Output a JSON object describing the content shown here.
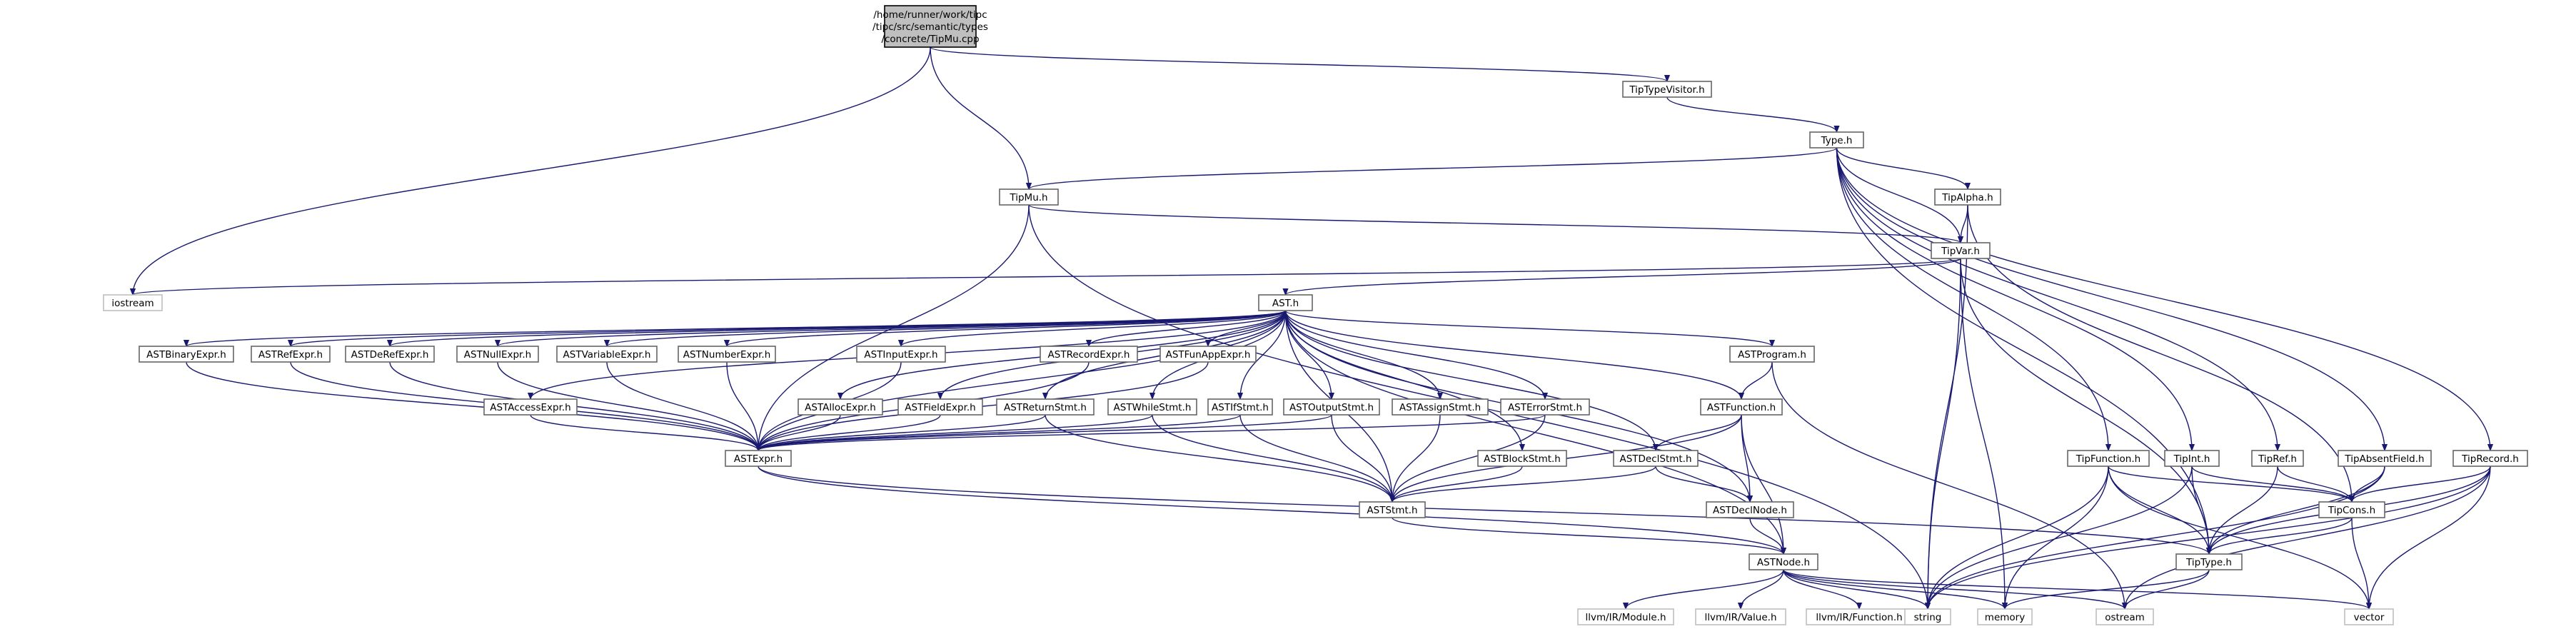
{
  "graph": {
    "root": {
      "id": "root",
      "lines": [
        "/home/runner/work/tipc",
        "/tipc/src/semantic/types",
        "/concrete/TipMu.cpp"
      ],
      "kind": "root"
    },
    "nodes": [
      {
        "id": "TipTypeVisitor",
        "label": "TipTypeVisitor.h",
        "kind": "plain"
      },
      {
        "id": "Type",
        "label": "Type.h",
        "kind": "plain"
      },
      {
        "id": "TipMu",
        "label": "TipMu.h",
        "kind": "plain"
      },
      {
        "id": "TipAlpha",
        "label": "TipAlpha.h",
        "kind": "plain"
      },
      {
        "id": "TipVar",
        "label": "TipVar.h",
        "kind": "plain"
      },
      {
        "id": "iostream",
        "label": "iostream",
        "kind": "external"
      },
      {
        "id": "AST",
        "label": "AST.h",
        "kind": "plain"
      },
      {
        "id": "ASTBinaryExpr",
        "label": "ASTBinaryExpr.h",
        "kind": "plain"
      },
      {
        "id": "ASTRefExpr",
        "label": "ASTRefExpr.h",
        "kind": "plain"
      },
      {
        "id": "ASTDeRefExpr",
        "label": "ASTDeRefExpr.h",
        "kind": "plain"
      },
      {
        "id": "ASTNullExpr",
        "label": "ASTNullExpr.h",
        "kind": "plain"
      },
      {
        "id": "ASTVariableExpr",
        "label": "ASTVariableExpr.h",
        "kind": "plain"
      },
      {
        "id": "ASTNumberExpr",
        "label": "ASTNumberExpr.h",
        "kind": "plain"
      },
      {
        "id": "ASTInputExpr",
        "label": "ASTInputExpr.h",
        "kind": "plain"
      },
      {
        "id": "ASTRecordExpr",
        "label": "ASTRecordExpr.h",
        "kind": "plain"
      },
      {
        "id": "ASTFunAppExpr",
        "label": "ASTFunAppExpr.h",
        "kind": "plain"
      },
      {
        "id": "ASTProgram",
        "label": "ASTProgram.h",
        "kind": "plain"
      },
      {
        "id": "ASTAccessExpr",
        "label": "ASTAccessExpr.h",
        "kind": "plain"
      },
      {
        "id": "ASTAllocExpr",
        "label": "ASTAllocExpr.h",
        "kind": "plain"
      },
      {
        "id": "ASTFieldExpr",
        "label": "ASTFieldExpr.h",
        "kind": "plain"
      },
      {
        "id": "ASTReturnStmt",
        "label": "ASTReturnStmt.h",
        "kind": "plain"
      },
      {
        "id": "ASTWhileStmt",
        "label": "ASTWhileStmt.h",
        "kind": "plain"
      },
      {
        "id": "ASTIfStmt",
        "label": "ASTIfStmt.h",
        "kind": "plain"
      },
      {
        "id": "ASTOutputStmt",
        "label": "ASTOutputStmt.h",
        "kind": "plain"
      },
      {
        "id": "ASTAssignStmt",
        "label": "ASTAssignStmt.h",
        "kind": "plain"
      },
      {
        "id": "ASTErrorStmt",
        "label": "ASTErrorStmt.h",
        "kind": "plain"
      },
      {
        "id": "ASTFunction",
        "label": "ASTFunction.h",
        "kind": "plain"
      },
      {
        "id": "ASTExpr",
        "label": "ASTExpr.h",
        "kind": "plain"
      },
      {
        "id": "ASTBlockStmt",
        "label": "ASTBlockStmt.h",
        "kind": "plain"
      },
      {
        "id": "ASTDeclStmt",
        "label": "ASTDeclStmt.h",
        "kind": "plain"
      },
      {
        "id": "ASTStmt",
        "label": "ASTStmt.h",
        "kind": "plain"
      },
      {
        "id": "ASTDeclNode",
        "label": "ASTDeclNode.h",
        "kind": "plain"
      },
      {
        "id": "ASTNode",
        "label": "ASTNode.h",
        "kind": "plain"
      },
      {
        "id": "TipFunction",
        "label": "TipFunction.h",
        "kind": "plain"
      },
      {
        "id": "TipInt",
        "label": "TipInt.h",
        "kind": "plain"
      },
      {
        "id": "TipRef",
        "label": "TipRef.h",
        "kind": "plain"
      },
      {
        "id": "TipAbsentField",
        "label": "TipAbsentField.h",
        "kind": "plain"
      },
      {
        "id": "TipRecord",
        "label": "TipRecord.h",
        "kind": "plain"
      },
      {
        "id": "TipCons",
        "label": "TipCons.h",
        "kind": "plain"
      },
      {
        "id": "TipType",
        "label": "TipType.h",
        "kind": "plain"
      },
      {
        "id": "llvmModule",
        "label": "llvm/IR/Module.h",
        "kind": "external"
      },
      {
        "id": "llvmValue",
        "label": "llvm/IR/Value.h",
        "kind": "external"
      },
      {
        "id": "llvmFunction",
        "label": "llvm/IR/Function.h",
        "kind": "external"
      },
      {
        "id": "string",
        "label": "string",
        "kind": "external"
      },
      {
        "id": "memory",
        "label": "memory",
        "kind": "external"
      },
      {
        "id": "ostream",
        "label": "ostream",
        "kind": "external"
      },
      {
        "id": "vector",
        "label": "vector",
        "kind": "external"
      }
    ],
    "edges": [
      [
        "root",
        "TipTypeVisitor"
      ],
      [
        "root",
        "TipMu"
      ],
      [
        "root",
        "iostream"
      ],
      [
        "TipTypeVisitor",
        "Type"
      ],
      [
        "Type",
        "TipMu"
      ],
      [
        "Type",
        "TipAlpha"
      ],
      [
        "Type",
        "TipVar"
      ],
      [
        "Type",
        "TipFunction"
      ],
      [
        "Type",
        "TipInt"
      ],
      [
        "Type",
        "TipRef"
      ],
      [
        "Type",
        "TipAbsentField"
      ],
      [
        "Type",
        "TipRecord"
      ],
      [
        "Type",
        "TipType"
      ],
      [
        "TipMu",
        "TipVar"
      ],
      [
        "TipMu",
        "ASTExpr"
      ],
      [
        "TipMu",
        "string"
      ],
      [
        "TipAlpha",
        "TipVar"
      ],
      [
        "TipAlpha",
        "TipCons"
      ],
      [
        "TipAlpha",
        "string"
      ],
      [
        "TipVar",
        "iostream"
      ],
      [
        "TipVar",
        "AST"
      ],
      [
        "TipVar",
        "TipType"
      ],
      [
        "TipVar",
        "string"
      ],
      [
        "TipVar",
        "memory"
      ],
      [
        "AST",
        "ASTBinaryExpr"
      ],
      [
        "AST",
        "ASTRefExpr"
      ],
      [
        "AST",
        "ASTDeRefExpr"
      ],
      [
        "AST",
        "ASTNullExpr"
      ],
      [
        "AST",
        "ASTVariableExpr"
      ],
      [
        "AST",
        "ASTNumberExpr"
      ],
      [
        "AST",
        "ASTInputExpr"
      ],
      [
        "AST",
        "ASTRecordExpr"
      ],
      [
        "AST",
        "ASTFunAppExpr"
      ],
      [
        "AST",
        "ASTProgram"
      ],
      [
        "AST",
        "ASTAccessExpr"
      ],
      [
        "AST",
        "ASTAllocExpr"
      ],
      [
        "AST",
        "ASTFieldExpr"
      ],
      [
        "AST",
        "ASTReturnStmt"
      ],
      [
        "AST",
        "ASTWhileStmt"
      ],
      [
        "AST",
        "ASTIfStmt"
      ],
      [
        "AST",
        "ASTOutputStmt"
      ],
      [
        "AST",
        "ASTAssignStmt"
      ],
      [
        "AST",
        "ASTErrorStmt"
      ],
      [
        "AST",
        "ASTFunction"
      ],
      [
        "AST",
        "ASTBlockStmt"
      ],
      [
        "AST",
        "ASTDeclStmt"
      ],
      [
        "AST",
        "ASTDeclNode"
      ],
      [
        "AST",
        "ASTExpr"
      ],
      [
        "AST",
        "ASTStmt"
      ],
      [
        "AST",
        "ASTNode"
      ],
      [
        "ASTBinaryExpr",
        "ASTExpr"
      ],
      [
        "ASTRefExpr",
        "ASTExpr"
      ],
      [
        "ASTDeRefExpr",
        "ASTExpr"
      ],
      [
        "ASTNullExpr",
        "ASTExpr"
      ],
      [
        "ASTVariableExpr",
        "ASTExpr"
      ],
      [
        "ASTNumberExpr",
        "ASTExpr"
      ],
      [
        "ASTInputExpr",
        "ASTExpr"
      ],
      [
        "ASTRecordExpr",
        "ASTExpr"
      ],
      [
        "ASTFunAppExpr",
        "ASTExpr"
      ],
      [
        "ASTAccessExpr",
        "ASTExpr"
      ],
      [
        "ASTAllocExpr",
        "ASTExpr"
      ],
      [
        "ASTFieldExpr",
        "ASTExpr"
      ],
      [
        "ASTReturnStmt",
        "ASTExpr"
      ],
      [
        "ASTReturnStmt",
        "ASTStmt"
      ],
      [
        "ASTWhileStmt",
        "ASTExpr"
      ],
      [
        "ASTWhileStmt",
        "ASTStmt"
      ],
      [
        "ASTIfStmt",
        "ASTExpr"
      ],
      [
        "ASTIfStmt",
        "ASTStmt"
      ],
      [
        "ASTOutputStmt",
        "ASTExpr"
      ],
      [
        "ASTOutputStmt",
        "ASTStmt"
      ],
      [
        "ASTAssignStmt",
        "ASTStmt"
      ],
      [
        "ASTErrorStmt",
        "ASTExpr"
      ],
      [
        "ASTErrorStmt",
        "ASTStmt"
      ],
      [
        "ASTBlockStmt",
        "ASTStmt"
      ],
      [
        "ASTProgram",
        "ASTFunction"
      ],
      [
        "ASTProgram",
        "ostream"
      ],
      [
        "ASTFunction",
        "ASTDeclStmt"
      ],
      [
        "ASTFunction",
        "ASTDeclNode"
      ],
      [
        "ASTFunction",
        "ASTStmt"
      ],
      [
        "ASTFunction",
        "ASTNode"
      ],
      [
        "ASTDeclStmt",
        "ASTDeclNode"
      ],
      [
        "ASTDeclStmt",
        "ASTStmt"
      ],
      [
        "ASTDeclNode",
        "ASTNode"
      ],
      [
        "ASTExpr",
        "ASTNode"
      ],
      [
        "ASTExpr",
        "TipType"
      ],
      [
        "ASTStmt",
        "ASTNode"
      ],
      [
        "ASTNode",
        "llvmModule"
      ],
      [
        "ASTNode",
        "llvmValue"
      ],
      [
        "ASTNode",
        "llvmFunction"
      ],
      [
        "ASTNode",
        "string"
      ],
      [
        "ASTNode",
        "memory"
      ],
      [
        "ASTNode",
        "ostream"
      ],
      [
        "ASTNode",
        "vector"
      ],
      [
        "TipFunction",
        "TipCons"
      ],
      [
        "TipFunction",
        "TipType"
      ],
      [
        "TipFunction",
        "string"
      ],
      [
        "TipFunction",
        "memory"
      ],
      [
        "TipFunction",
        "vector"
      ],
      [
        "TipInt",
        "TipCons"
      ],
      [
        "TipInt",
        "TipType"
      ],
      [
        "TipInt",
        "string"
      ],
      [
        "TipRef",
        "TipCons"
      ],
      [
        "TipRef",
        "TipType"
      ],
      [
        "TipAbsentField",
        "TipCons"
      ],
      [
        "TipAbsentField",
        "TipType"
      ],
      [
        "TipAbsentField",
        "string"
      ],
      [
        "TipRecord",
        "TipCons"
      ],
      [
        "TipRecord",
        "TipType"
      ],
      [
        "TipRecord",
        "string"
      ],
      [
        "TipRecord",
        "ostream"
      ],
      [
        "TipRecord",
        "vector"
      ],
      [
        "TipCons",
        "TipType"
      ],
      [
        "TipCons",
        "vector"
      ],
      [
        "TipType",
        "memory"
      ],
      [
        "TipType",
        "ostream"
      ]
    ]
  }
}
